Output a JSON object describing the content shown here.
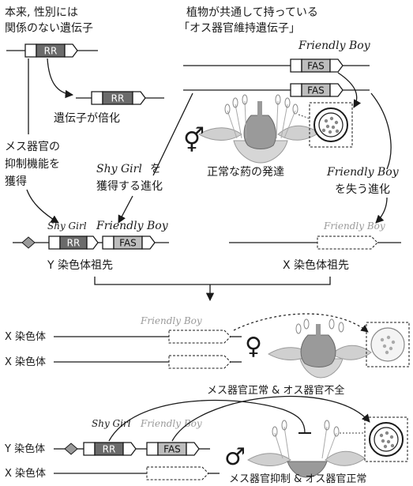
{
  "labels": {
    "top_left_line1": "本来, 性別には",
    "top_left_line2": "関係のない遺伝子",
    "top_right_line1": "植物が共通して持っている",
    "top_right_line2": "「オス器官維持遺伝子」",
    "duplication": "遺伝子が倍化",
    "suppress_line1": "メス器官の",
    "suppress_line2": "抑制機能を",
    "suppress_line3": "獲得",
    "shygirl_gain_italic": "Shy Girl",
    "shygirl_gain_suffix": " を",
    "shygirl_gain_line2": "獲得する進化",
    "normal_anther": "正常な葯の発達",
    "fb_loss_italic": "Friendly Boy",
    "fb_loss_line2": "を失う進化",
    "y_ancestor": "Y 染色体祖先",
    "x_ancestor": "X 染色体祖先",
    "x_chrom_1": "X 染色体",
    "x_chrom_2": "X 染色体",
    "female_result": "メス器官正常 & オス器官不全",
    "y_chrom": "Y 染色体",
    "x_chrom_3": "X 染色体",
    "male_result": "メス器官抑制 & オス器官正常"
  },
  "genes": {
    "rr": "RR",
    "fas": "FAS",
    "friendly_boy": "Friendly Boy",
    "shy_girl": "Shy Girl"
  },
  "symbols": {
    "hermaphrodite": "⚥",
    "female": "♀",
    "male": "♂"
  },
  "colors": {
    "rr_box": "#6b6b6b",
    "fas_box": "#bdbdbd",
    "lost_gene": "#9a9a9a",
    "diamond": "#9a9a9a"
  }
}
